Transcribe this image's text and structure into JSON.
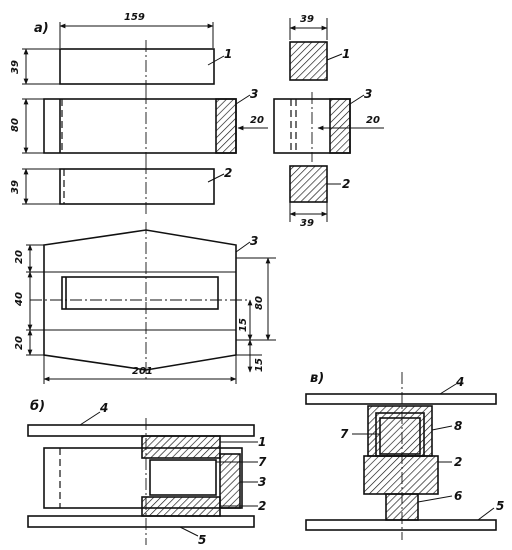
{
  "panels": {
    "a": "а)",
    "b": "б)",
    "v": "в)"
  },
  "dimensions": {
    "length_top": "159",
    "width_top": "39",
    "height_1": "39",
    "height_frame": "80",
    "height_2": "39",
    "side_width_bottom": "39",
    "offset_a": "20",
    "offset_b": "20",
    "unfold_top": "20",
    "unfold_mid": "40",
    "unfold_bottom": "20",
    "unfold_total": "80",
    "unfold_right_a": "15",
    "unfold_right_b": "15",
    "unfold_length": "201"
  },
  "callouts": {
    "part_1": "1",
    "part_2": "2",
    "part_3": "3",
    "part_4": "4",
    "part_5": "5",
    "part_6": "6",
    "part_7": "7",
    "part_8": "8"
  }
}
